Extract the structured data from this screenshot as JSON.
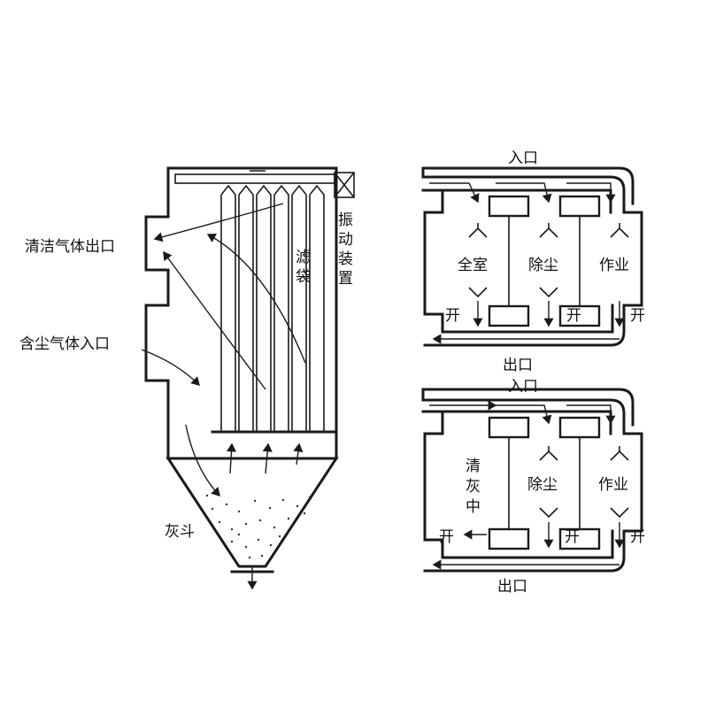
{
  "filter": {
    "clean_outlet": "清洁气体出口",
    "dusty_inlet": "含尘气体入口",
    "filter_bag": [
      "滤",
      "袋"
    ],
    "vibrator": [
      "振",
      "动",
      "装",
      "置"
    ],
    "hopper": "灰斗"
  },
  "top_panel": {
    "inlet": "入口",
    "outlet": "出口",
    "chambers": [
      "全室",
      "除尘",
      "作业"
    ],
    "open_left": "开",
    "open_mid": "开",
    "open_right": "开"
  },
  "bottom_panel": {
    "inlet": "入口",
    "outlet": "出口",
    "chamber1": [
      "清",
      "灰",
      "中"
    ],
    "chambers": [
      "除尘",
      "作业"
    ],
    "open_left": "开",
    "open_mid": "开",
    "open_right": "开"
  }
}
